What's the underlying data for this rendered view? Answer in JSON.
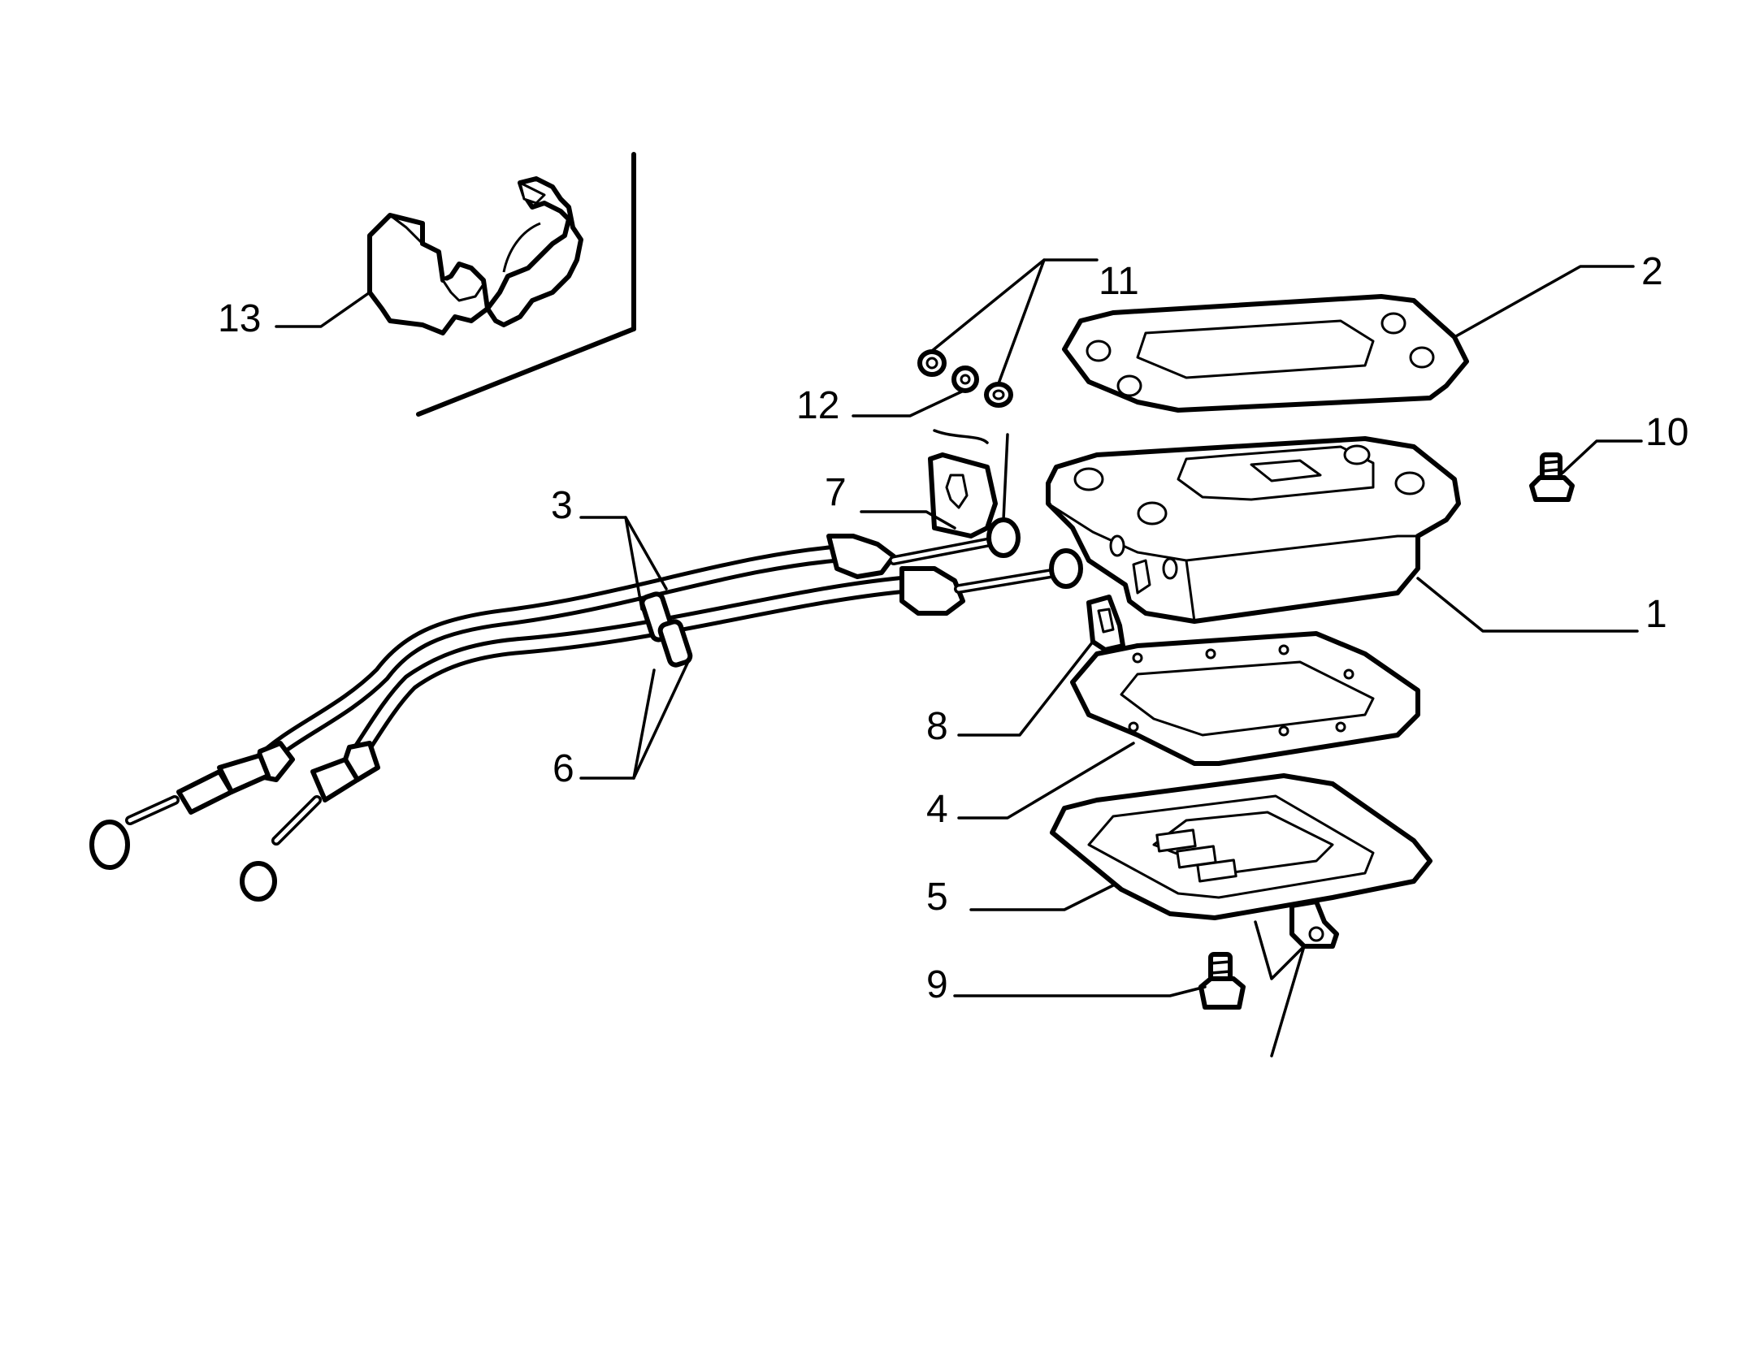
{
  "diagram": {
    "labels": [
      "1",
      "2",
      "3",
      "4",
      "5",
      "6",
      "7",
      "8",
      "9",
      "10",
      "11",
      "12",
      "13"
    ]
  },
  "colors": {
    "ink": "#000000",
    "paper": "#ffffff"
  }
}
